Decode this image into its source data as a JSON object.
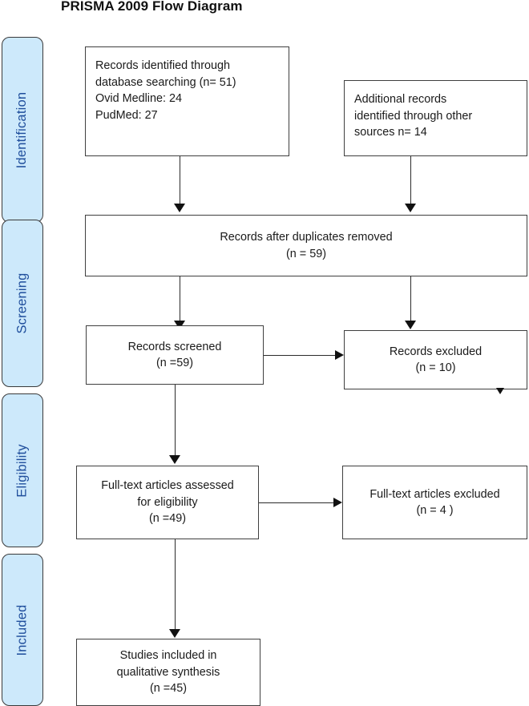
{
  "diagram": {
    "title": "PRISMA 2009 Flow Diagram",
    "type": "flowchart",
    "stages": [
      {
        "id": "identification",
        "label": "Identification"
      },
      {
        "id": "screening",
        "label": "Screening"
      },
      {
        "id": "eligibility",
        "label": "Eligibility"
      },
      {
        "id": "included",
        "label": "Included"
      }
    ],
    "nodes": {
      "database_search": {
        "name": "records-identified-database",
        "lines": [
          "Records identified through",
          "database searching (n= 51)",
          "Ovid Medline: 24",
          "PudMed: 27"
        ]
      },
      "other_sources": {
        "name": "additional-records-other-sources",
        "lines": [
          "Additional records",
          "identified through other",
          "sources n= 14"
        ]
      },
      "duplicates_removed": {
        "name": "records-after-duplicates-removed",
        "lines": [
          "Records after duplicates removed",
          "(n = 59)"
        ]
      },
      "records_screened": {
        "name": "records-screened",
        "lines": [
          "Records screened",
          "(n =59)"
        ]
      },
      "records_excluded": {
        "name": "records-excluded",
        "lines": [
          "Records excluded",
          "(n = 10)"
        ]
      },
      "fulltext_assessed": {
        "name": "full-text-articles-assessed",
        "lines": [
          "Full-text articles assessed",
          "for eligibility",
          "(n =49)"
        ]
      },
      "fulltext_excluded": {
        "name": "full-text-articles-excluded",
        "lines": [
          "Full-text articles excluded",
          "(n = 4 )"
        ]
      },
      "studies_included": {
        "name": "studies-included-qualitative",
        "lines": [
          "Studies included in",
          "qualitative synthesis",
          "(n =45)"
        ]
      }
    },
    "counts": {
      "database_searching": 51,
      "ovid_medline": 24,
      "pudmed": 27,
      "other_sources": 14,
      "after_duplicates": 59,
      "screened": 59,
      "excluded_screening": 10,
      "fulltext_assessed": 49,
      "fulltext_excluded": 4,
      "included_qualitative": 45
    },
    "colors": {
      "stage_fill": "#cde9fb",
      "stage_border": "#3a3a3a",
      "stage_text": "#1f4e9c",
      "box_border": "#3f3f3f",
      "connector": "#2b2b2b",
      "text": "#1a1a1a",
      "background": "#ffffff"
    }
  }
}
